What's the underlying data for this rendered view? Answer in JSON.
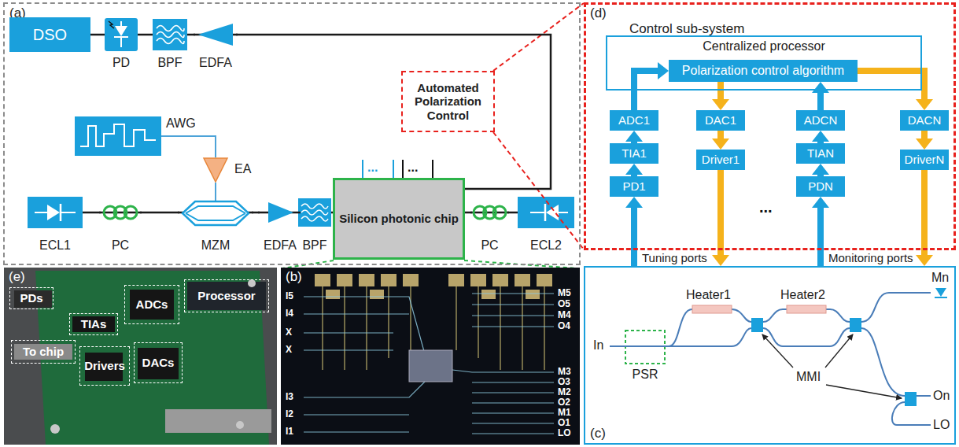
{
  "diagram": {
    "nodes": [
      {
        "text": [
          "(a)"
        ]
      },
      {
        "text": [
          "DSO"
        ],
        "in": 0
      },
      {
        "text": [
          "PD"
        ],
        "in": 0
      },
      {
        "text": [
          "BPF"
        ],
        "in": 0
      },
      {
        "text": [
          "EDFA"
        ],
        "in": 0
      },
      {
        "text": [
          "Automated Polarization Control"
        ],
        "in": 0
      },
      {
        "text": [
          "AWG"
        ],
        "in": 0
      },
      {
        "text": [
          "EA"
        ],
        "in": 0
      },
      {
        "text": [
          "ECL1"
        ],
        "in": 0
      },
      {
        "text": [
          "PC"
        ],
        "in": 0
      },
      {
        "text": [
          "MZM"
        ],
        "in": 0
      },
      {
        "text": [
          "EDFA"
        ],
        "in": 0
      },
      {
        "text": [
          "BPF"
        ],
        "in": 0
      },
      {
        "text": [
          "Silicon photonic chip"
        ],
        "in": 0
      },
      {
        "text": [
          "PC"
        ],
        "in": 0
      },
      {
        "text": [
          "ECL2"
        ],
        "in": 0
      },
      {
        "text": [
          "(d)",
          "Control sub-system"
        ]
      },
      {
        "text": [
          "Centralized processor"
        ],
        "in": 16
      },
      {
        "text": [
          "Polarization control algorithm"
        ],
        "in": 17
      },
      {
        "text": [
          "ADC1"
        ],
        "in": 16
      },
      {
        "text": [
          "DAC1"
        ],
        "in": 16
      },
      {
        "text": [
          "ADCN"
        ],
        "in": 16
      },
      {
        "text": [
          "DACN"
        ],
        "in": 16
      },
      {
        "text": [
          "TIA1"
        ],
        "in": 16
      },
      {
        "text": [
          "Driver1"
        ],
        "in": 16
      },
      {
        "text": [
          "TIAN"
        ],
        "in": 16
      },
      {
        "text": [
          "DriverN"
        ],
        "in": 16
      },
      {
        "text": [
          "PD1"
        ],
        "in": 16
      },
      {
        "text": [
          "PDN"
        ],
        "in": 16
      },
      {
        "text": [
          "(c)"
        ]
      },
      {
        "text": [
          "PSR"
        ],
        "in": 29
      },
      {
        "text": [
          "(b)"
        ]
      },
      {
        "text": [
          "(e)"
        ]
      },
      {
        "text": [
          "PDs"
        ],
        "in": 32
      },
      {
        "text": [
          "TIAs"
        ],
        "in": 32
      },
      {
        "text": [
          "ADCs"
        ],
        "in": 32
      },
      {
        "text": [
          "Processor"
        ],
        "in": 32
      },
      {
        "text": [
          "To chip"
        ],
        "in": 32
      },
      {
        "text": [
          "Drivers"
        ],
        "in": 32
      },
      {
        "text": [
          "DACs"
        ],
        "in": 32
      }
    ],
    "edges": [
      {
        "from": 8,
        "to": 9,
        "arrow": "none"
      },
      {
        "from": 9,
        "to": 10,
        "arrow": "none"
      },
      {
        "from": 10,
        "to": 11,
        "arrow": "none"
      },
      {
        "from": 11,
        "to": 12,
        "arrow": "none"
      },
      {
        "from": 12,
        "to": 13,
        "arrow": "none"
      },
      {
        "from": 13,
        "to": 14,
        "arrow": "none"
      },
      {
        "from": 14,
        "to": 15,
        "arrow": "none"
      },
      {
        "from": 6,
        "to": 7,
        "arrow": "none"
      },
      {
        "from": 7,
        "to": 10,
        "arrow": "none"
      },
      {
        "from": 13,
        "to": 4,
        "arrow": "none"
      },
      {
        "from": 4,
        "to": 3,
        "arrow": "none"
      },
      {
        "from": 3,
        "to": 2,
        "arrow": "none"
      },
      {
        "from": 2,
        "to": 1,
        "arrow": "none"
      },
      {
        "from": 27,
        "to": 23,
        "arrow": "to"
      },
      {
        "from": 23,
        "to": 19,
        "arrow": "to"
      },
      {
        "from": 19,
        "to": 18,
        "arrow": "to"
      },
      {
        "from": 18,
        "to": 20,
        "arrow": "to"
      },
      {
        "from": 20,
        "to": 24,
        "arrow": "to"
      },
      {
        "from": 24,
        "to": 29,
        "arrow": "to"
      },
      {
        "from": 29,
        "to": 27,
        "arrow": "to"
      },
      {
        "from": 28,
        "to": 25,
        "arrow": "to"
      },
      {
        "from": 25,
        "to": 21,
        "arrow": "to"
      },
      {
        "from": 21,
        "to": 18,
        "arrow": "to"
      },
      {
        "from": 18,
        "to": 22,
        "arrow": "to"
      },
      {
        "from": 22,
        "to": 26,
        "arrow": "to"
      },
      {
        "from": 26,
        "to": 29,
        "arrow": "to"
      },
      {
        "from": 29,
        "to": 28,
        "arrow": "to"
      }
    ],
    "labels": [
      "...",
      "...",
      "Tuning ports",
      "Monitoring ports",
      "...",
      "Heater1",
      "Heater2",
      "MMI",
      "In",
      "Mn",
      "On",
      "LO",
      "I5",
      "I4",
      "X",
      "X",
      "I3",
      "I2",
      "I1",
      "M5",
      "O5",
      "M4",
      "O4",
      "M3",
      "O3",
      "M2",
      "O2",
      "M1",
      "O1",
      "LO"
    ]
  }
}
